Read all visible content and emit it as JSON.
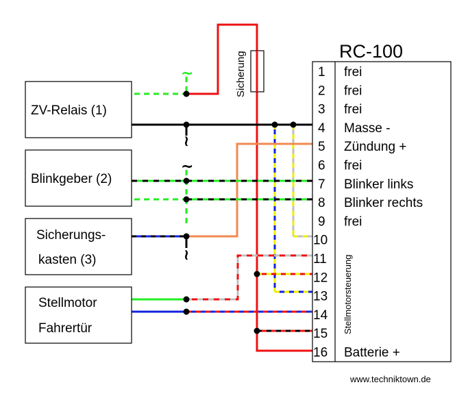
{
  "module": {
    "title": "RC-100",
    "vertical_label": "Stellmotorsteuerung",
    "pins": [
      {
        "num": "1",
        "label": "frei"
      },
      {
        "num": "2",
        "label": "frei"
      },
      {
        "num": "3",
        "label": "frei"
      },
      {
        "num": "4",
        "label": "Masse -"
      },
      {
        "num": "5",
        "label": "Zündung +"
      },
      {
        "num": "6",
        "label": "frei"
      },
      {
        "num": "7",
        "label": "Blinker links"
      },
      {
        "num": "8",
        "label": "Blinker rechts"
      },
      {
        "num": "9",
        "label": "frei"
      },
      {
        "num": "10",
        "label": ""
      },
      {
        "num": "11",
        "label": ""
      },
      {
        "num": "12",
        "label": ""
      },
      {
        "num": "13",
        "label": ""
      },
      {
        "num": "14",
        "label": ""
      },
      {
        "num": "15",
        "label": ""
      },
      {
        "num": "16",
        "label": "Batterie +"
      }
    ]
  },
  "devices": {
    "zv_relais": "ZV-Relais (1)",
    "blinkgeber": "Blinkgeber (2)",
    "sicherung_line1": "Sicherungs-",
    "sicherung_line2": "kasten (3)",
    "stellmotor_line1": "Stellmotor",
    "stellmotor_line2": "Fahrertür"
  },
  "fuse_label": "Sicherung",
  "watermark": "www.techniktown.de",
  "colors": {
    "red": "#ee1111",
    "green": "#22ee22",
    "black": "#000000",
    "blue": "#1122dd",
    "yellow": "#eeee00",
    "orange": "#f08a50",
    "gray": "#c0c0c0"
  }
}
